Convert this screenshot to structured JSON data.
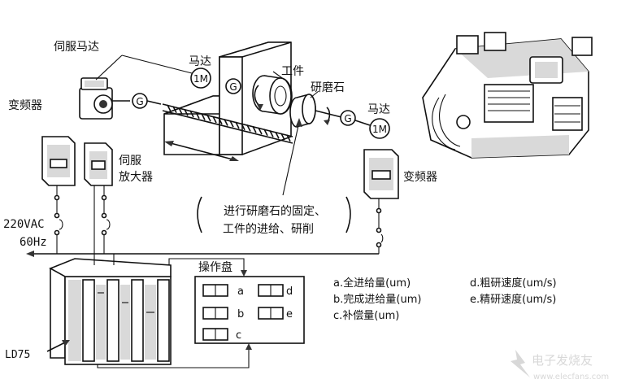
{
  "labels": {
    "servo_motor": "伺服马达",
    "motor_top": "马达",
    "workpiece": "工件",
    "grinding_stone": "研磨石",
    "motor_right": "马达",
    "inverter_left": "变频器",
    "inverter_right": "变频器",
    "servo_amp_line1": "伺服",
    "servo_amp_line2": "放大器",
    "voltage": "220VAC",
    "frequency": "60Hz",
    "panel_title": "操作盘",
    "ld75": "LD75",
    "motor_symbol": "1M",
    "gen_symbol": "G",
    "description_line1": "进行研磨石的固定、",
    "description_line2": "工件的进给、研削",
    "panel_a": "a",
    "panel_b": "b",
    "panel_c": "c",
    "panel_d": "d",
    "panel_e": "e"
  },
  "legend": [
    {
      "text": "a.全进给量(um)"
    },
    {
      "text": "b.完成进给量(um)"
    },
    {
      "text": "c.补偿量(um)"
    },
    {
      "text": "d.粗研速度(um/s)"
    },
    {
      "text": "e.精研速度(um/s)"
    }
  ],
  "watermark": {
    "brand": "电子发烧友",
    "url": "www.elecfans.com"
  },
  "colors": {
    "line": "#111111",
    "shade": "#d9d9d9",
    "watermark": "#c8c8c8"
  }
}
